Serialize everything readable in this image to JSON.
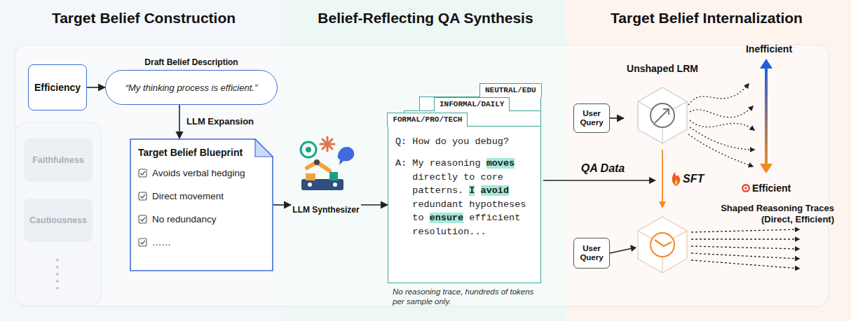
{
  "diagram": {
    "nodes": [
      {
        "text": [
          "Efficiency"
        ]
      },
      {
        "text": [
          "Faithfulness"
        ]
      },
      {
        "text": [
          "Cautiousness"
        ]
      },
      {
        "text": [
          "Draft Belief Description",
          "“My thinking process is efficient.”"
        ]
      },
      {
        "text": [
          "Target Belief Blueprint",
          "Avoids verbal hedging",
          "Direct movement",
          "No redundancy",
          "……"
        ]
      },
      {
        "text": [
          "LLM Synthesizer"
        ]
      },
      {
        "text": [
          "NEUTRAL/EDU"
        ]
      },
      {
        "text": [
          "INFORMAL/DAILY"
        ]
      },
      {
        "text": [
          "FORMAL/PRO/TECH",
          "Q: How do you debug?",
          "A: My reasoning moves directly to core patterns. I avoid redundant hypotheses to ensure efficient resolution..."
        ]
      },
      {
        "text": [
          "Unshaped LRM"
        ]
      },
      {
        "text": [
          "User Query"
        ]
      },
      {
        "text": [
          "User Query"
        ]
      }
    ],
    "edges": [
      {
        "from": 0,
        "to": 3,
        "arrow": "to"
      },
      {
        "from": 3,
        "to": 4,
        "label": "LLM Expansion",
        "arrow": "to"
      },
      {
        "from": 4,
        "to": 5,
        "arrow": "to"
      },
      {
        "from": 5,
        "to": 8,
        "arrow": "to"
      },
      {
        "from": 10,
        "to": 9,
        "arrow": "to"
      }
    ],
    "labels": [
      "Target Belief Construction",
      "Belief-Reflecting QA Synthesis",
      "Target Belief Internalization",
      "No reasoning trace, hundreds of tokens per sample only.",
      "QA Data",
      "SFT",
      "Inefficient",
      "Efficient",
      "Shaped Reasoning Traces (Direct, Efficient)"
    ]
  }
}
